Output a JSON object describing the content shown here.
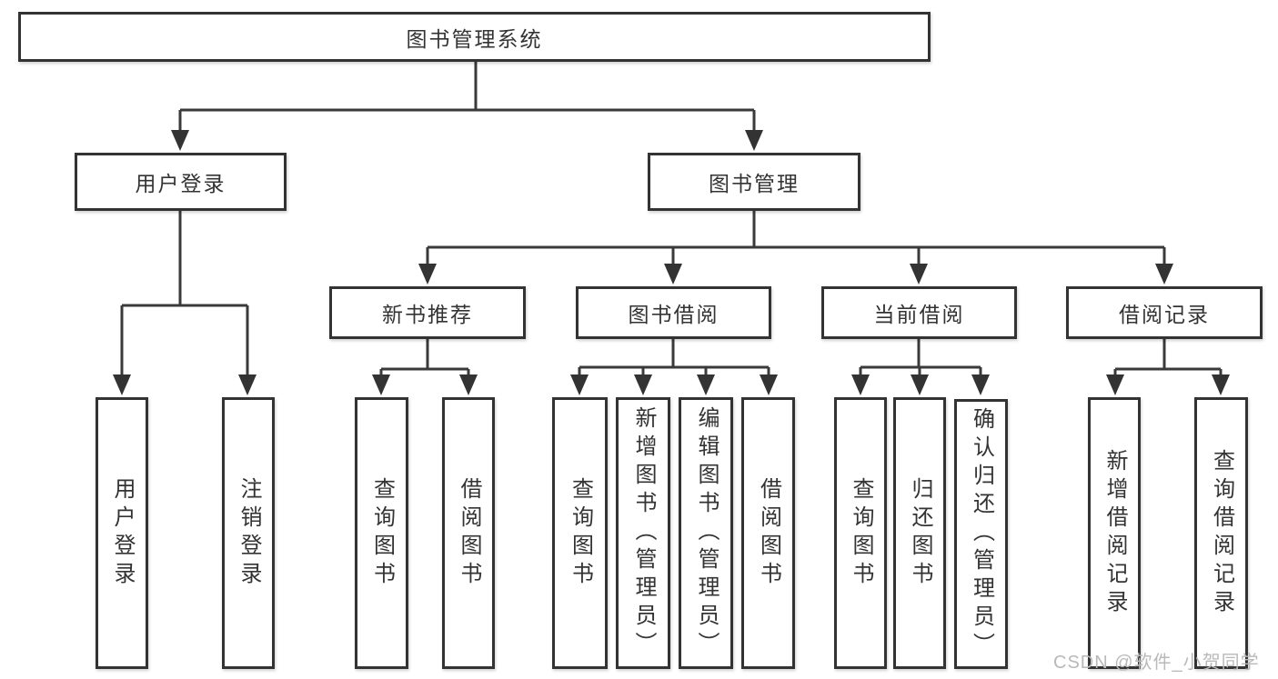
{
  "tree": {
    "label": "图书管理系统",
    "children": [
      {
        "label": "用户登录",
        "children": [
          {
            "label": "用户登录"
          },
          {
            "label": "注销登录"
          }
        ]
      },
      {
        "label": "图书管理",
        "children": [
          {
            "label": "新书推荐",
            "children": [
              {
                "label": "查询图书"
              },
              {
                "label": "借阅图书"
              }
            ]
          },
          {
            "label": "图书借阅",
            "children": [
              {
                "label": "查询图书"
              },
              {
                "label": "新增图书（管理员）"
              },
              {
                "label": "编辑图书（管理员）"
              },
              {
                "label": "借阅图书"
              }
            ]
          },
          {
            "label": "当前借阅",
            "children": [
              {
                "label": "查询图书"
              },
              {
                "label": "归还图书"
              },
              {
                "label": "确认归还（管理员）"
              }
            ]
          },
          {
            "label": "借阅记录",
            "children": [
              {
                "label": "新增借阅记录"
              },
              {
                "label": "查询借阅记录"
              }
            ]
          }
        ]
      }
    ]
  },
  "watermark": {
    "text": "CSDN @软件_小贺同学"
  },
  "colors": {
    "line": "#3a3a3a",
    "box_border": "#333333",
    "text": "#333333",
    "watermark": "#b9b9b9",
    "background": "#ffffff"
  }
}
